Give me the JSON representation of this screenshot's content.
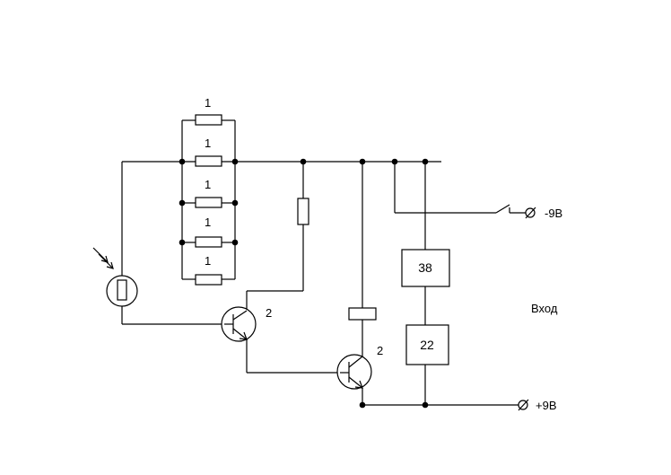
{
  "resistor_labels": {
    "r1": "1",
    "r2": "1",
    "r3": "1",
    "r4": "1",
    "r5": "1"
  },
  "transistor_labels": {
    "t1": "2",
    "t2": "2"
  },
  "blocks": {
    "upper": "38",
    "lower": "22"
  },
  "terminals": {
    "negative": "-9В",
    "positive": "+9В"
  },
  "input_label": "Вход"
}
